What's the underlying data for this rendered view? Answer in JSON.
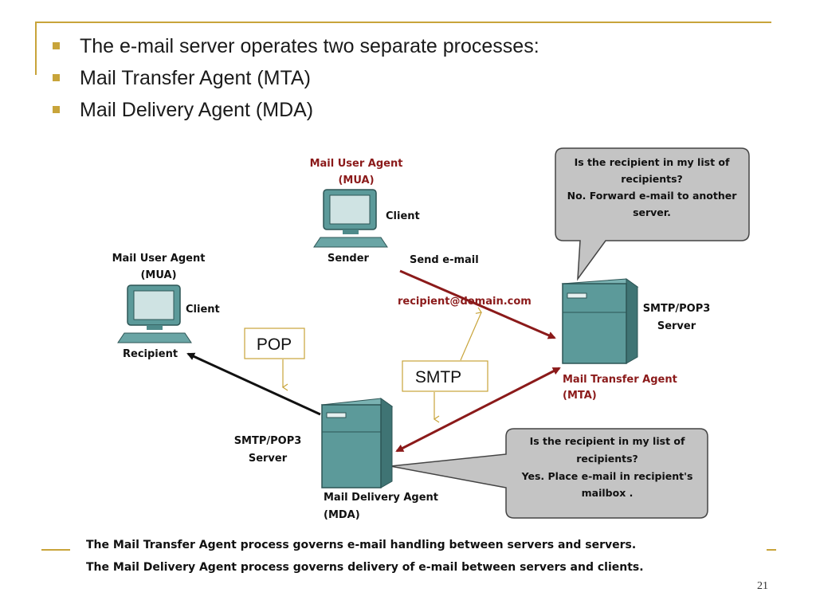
{
  "bullets": [
    "The e-mail server operates two separate processes:",
    "Mail Transfer Agent (MTA)",
    "Mail Delivery Agent (MDA)"
  ],
  "diagram": {
    "sender": {
      "title1": "Mail User Agent",
      "title2": "(MUA)",
      "role": "Client",
      "name": "Sender"
    },
    "recipient": {
      "title1": "Mail User Agent",
      "title2": "(MUA)",
      "role": "Client",
      "name": "Recipient"
    },
    "send_label": "Send e-mail",
    "address": "recipient@domain.com",
    "mta_server": {
      "proto1": "SMTP/POP3",
      "proto2": "Server",
      "agent1": "Mail Transfer Agent",
      "agent2": "(MTA)"
    },
    "mda_server": {
      "proto1": "SMTP/POP3",
      "proto2": "Server",
      "agent1": "Mail Delivery Agent",
      "agent2": "(MDA)"
    },
    "callout_top": [
      "Is the recipient in my list of",
      "recipients?",
      "No. Forward e-mail to another",
      "server."
    ],
    "callout_bottom": [
      "Is the recipient in my list of",
      "recipients?",
      "Yes. Place e-mail in recipient's",
      "mailbox ."
    ],
    "pop_label": "POP",
    "smtp_label": "SMTP"
  },
  "footer": [
    "The Mail Transfer Agent process governs e-mail handling between servers and servers.",
    "The Mail Delivery Agent process governs delivery of e-mail between servers and clients."
  ],
  "page_number": "21",
  "colors": {
    "accent": "#c8a43a",
    "agent_red": "#8b1a1a",
    "server_teal": "#4e8a8a",
    "callout_gray": "#c4c4c4"
  }
}
